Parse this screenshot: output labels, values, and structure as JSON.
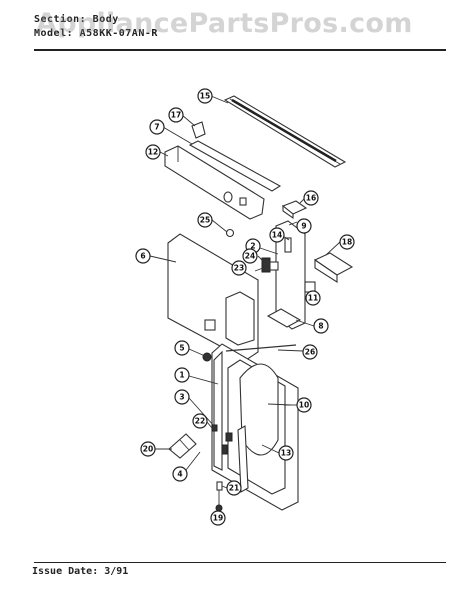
{
  "header": {
    "section_line": "Section: Body",
    "model_line": "Model:  A58KK-07AN-R"
  },
  "watermark": "AppliancePartsPros.com",
  "footer": {
    "issue_date": "Issue Date: 3/91"
  },
  "callouts": [
    "15",
    "17",
    "7",
    "12",
    "16",
    "9",
    "18",
    "25",
    "14",
    "2",
    "6",
    "24",
    "23",
    "11",
    "8",
    "5",
    "26",
    "1",
    "3",
    "10",
    "22",
    "20",
    "4",
    "13",
    "21",
    "19"
  ]
}
